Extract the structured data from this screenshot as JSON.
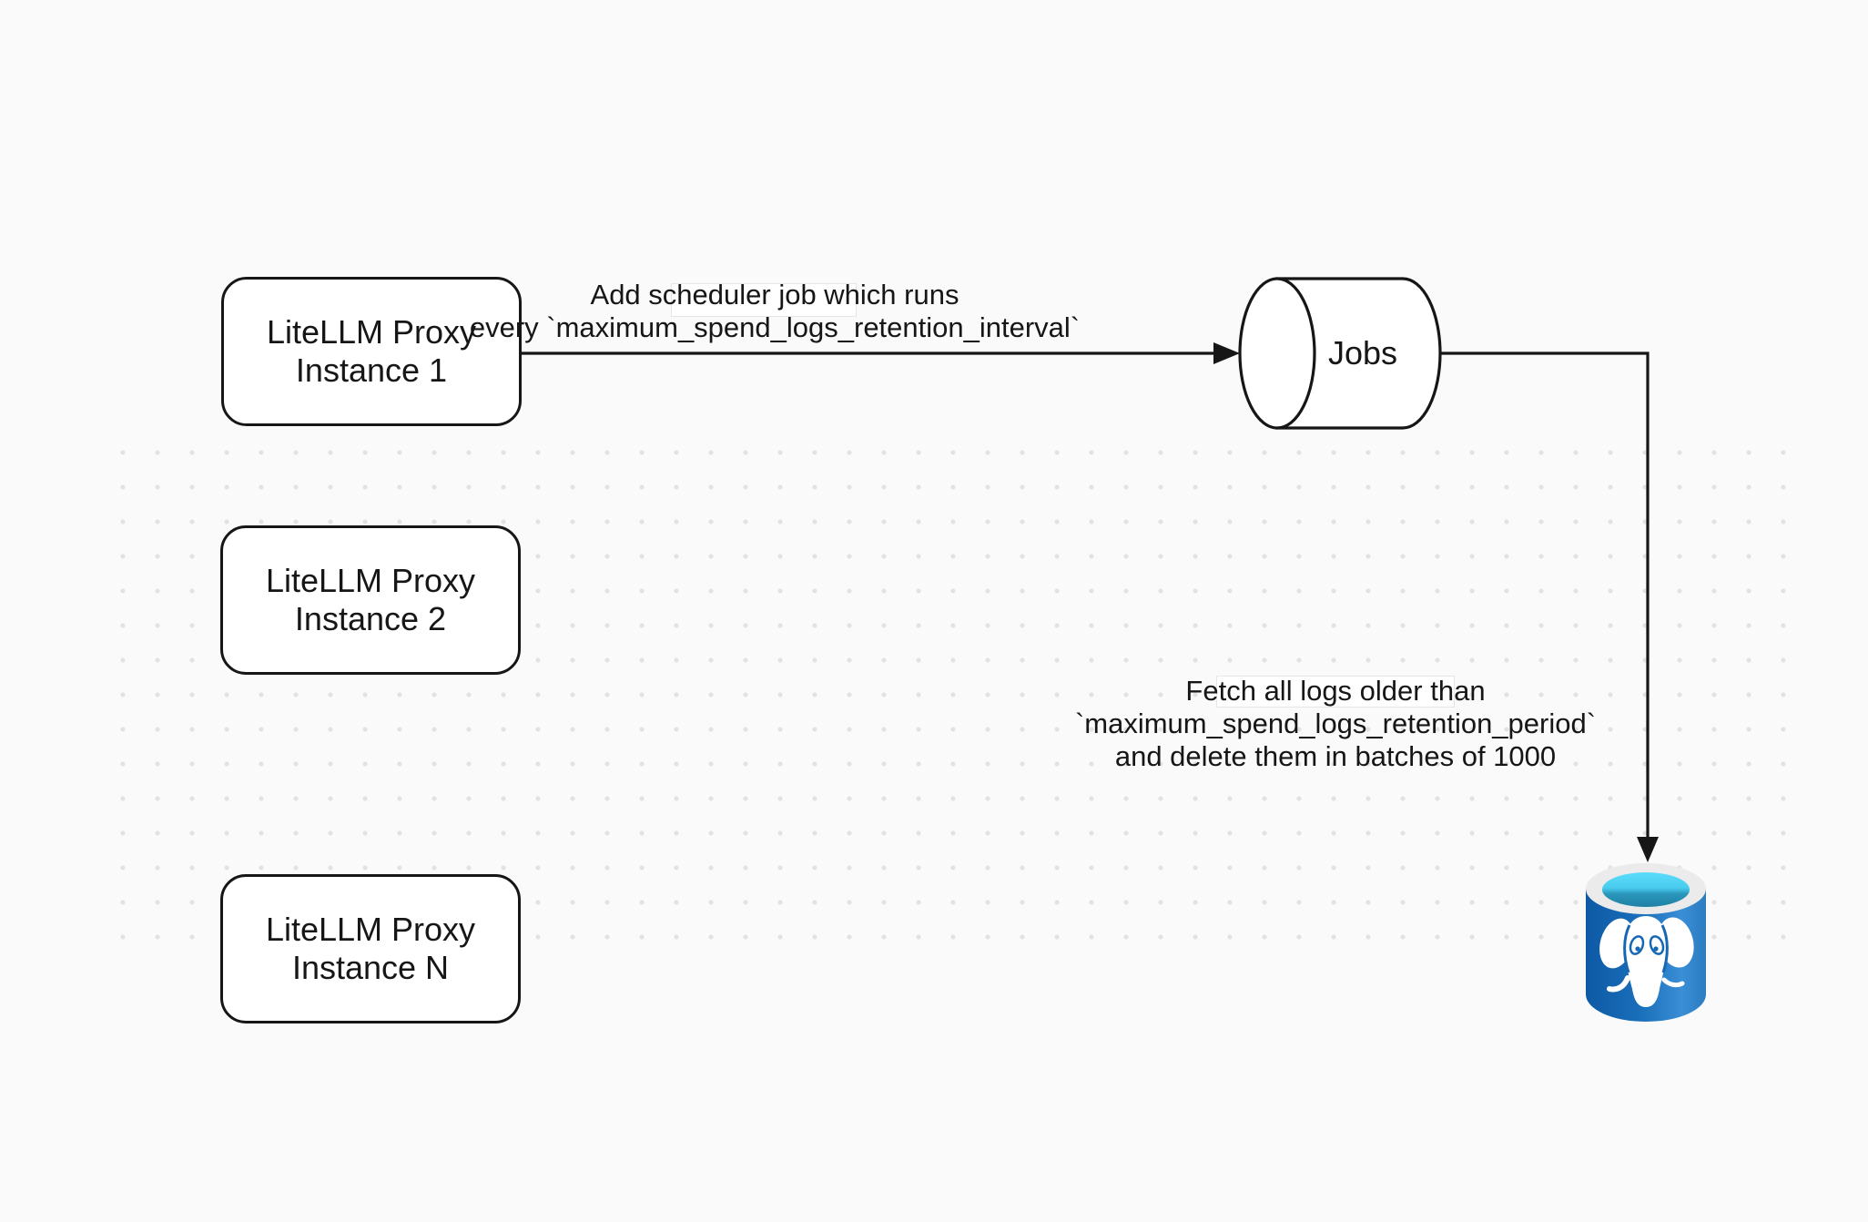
{
  "diagram": {
    "nodes": {
      "proxy_instance_1": {
        "title_line1": "LiteLLM Proxy",
        "title_line2": "Instance 1"
      },
      "proxy_instance_2": {
        "title_line1": "LiteLLM Proxy",
        "title_line2": "Instance 2"
      },
      "proxy_instance_n": {
        "title_line1": "LiteLLM Proxy",
        "title_line2": "Instance N"
      },
      "jobs_queue": {
        "label": "Jobs",
        "shape": "horizontal-cylinder-queue-icon"
      },
      "postgres_db": {
        "icon": "postgresql-database-icon"
      }
    },
    "edges": {
      "scheduler": {
        "label_line1": "Add scheduler job which runs",
        "label_line2": "every `maximum_spend_logs_retention_interval`"
      },
      "cleanup": {
        "label_line1": "Fetch all logs older than",
        "label_line2": "`maximum_spend_logs_retention_period`",
        "label_line3": "and delete them in batches of 1000"
      }
    },
    "colors": {
      "background": "#fafafa",
      "grid_dots": "#e2e2e2",
      "shape_stroke": "#161616",
      "db_body_blue": "#1a6fba",
      "db_fluid_cyan": "#5bdcfb",
      "db_rim_gray": "#ebebeb"
    }
  }
}
